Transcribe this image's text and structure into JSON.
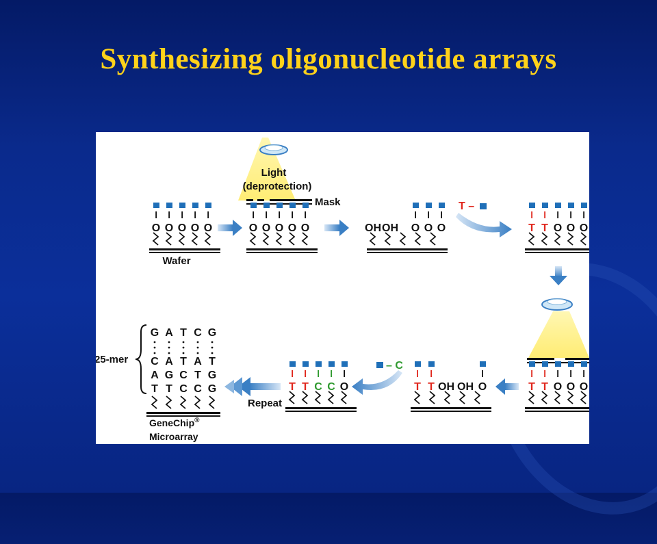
{
  "slide": {
    "title": "Synthesizing oligonucleotide arrays"
  },
  "diagram": {
    "light_label_line1": "Light",
    "light_label_line2": "(deprotection)",
    "mask_label": "Mask",
    "wafer_label": "Wafer",
    "repeat_label": "Repeat",
    "reagent_t": "T –",
    "reagent_c": "– C",
    "oh": "OH",
    "o": "O",
    "t": "T",
    "c": "C",
    "mer_label": "25-mer",
    "genechip_line1": "GeneChip",
    "genechip_reg": "®",
    "genechip_line2": "Microarray",
    "seq_rows": [
      [
        "G",
        "A",
        "T",
        "C",
        "G"
      ],
      [
        "C",
        "A",
        "T",
        "A",
        "T"
      ],
      [
        "A",
        "G",
        "C",
        "T",
        "G"
      ],
      [
        "T",
        "T",
        "C",
        "C",
        "G"
      ]
    ]
  },
  "colors": {
    "title": "#ffd21a",
    "protecting_group": "#1f6fb8",
    "t_nucleotide": "#e0261c",
    "c_nucleotide": "#2f9a2f",
    "arrow": "#3a7fc4"
  }
}
